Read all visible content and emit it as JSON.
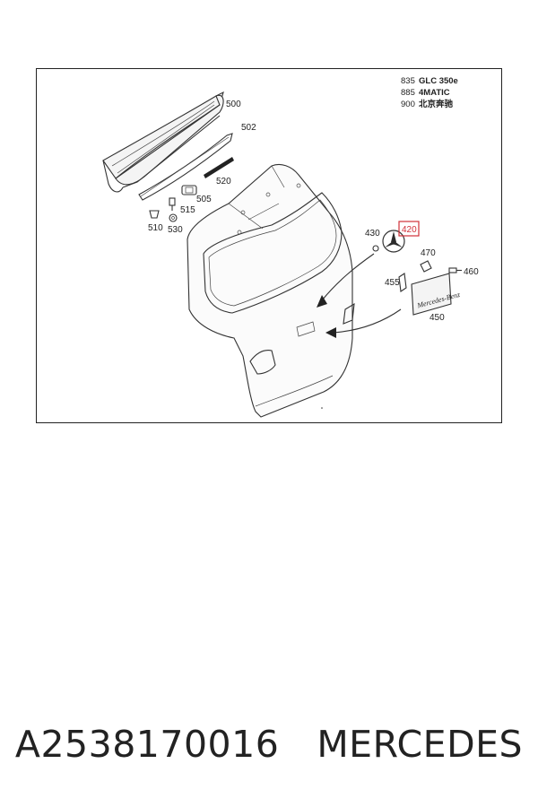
{
  "legend": [
    {
      "code": "835",
      "text": "GLC 350e"
    },
    {
      "code": "885",
      "text": "4MATIC"
    },
    {
      "code": "900",
      "text": "北京奔驰"
    }
  ],
  "labels": {
    "p500": "500",
    "p502": "502",
    "p520": "520",
    "p505": "505",
    "p515": "515",
    "p510": "510",
    "p530": "530",
    "p430": "430",
    "p420": "420",
    "p470": "470",
    "p460": "460",
    "p455": "455",
    "p450": "450"
  },
  "highlighted_part": "420",
  "highlight_color": "#d0313a",
  "plate_text": "Mercedes-Benz",
  "caption": {
    "part_number": "A2538170016",
    "brand": "MERCEDES"
  }
}
